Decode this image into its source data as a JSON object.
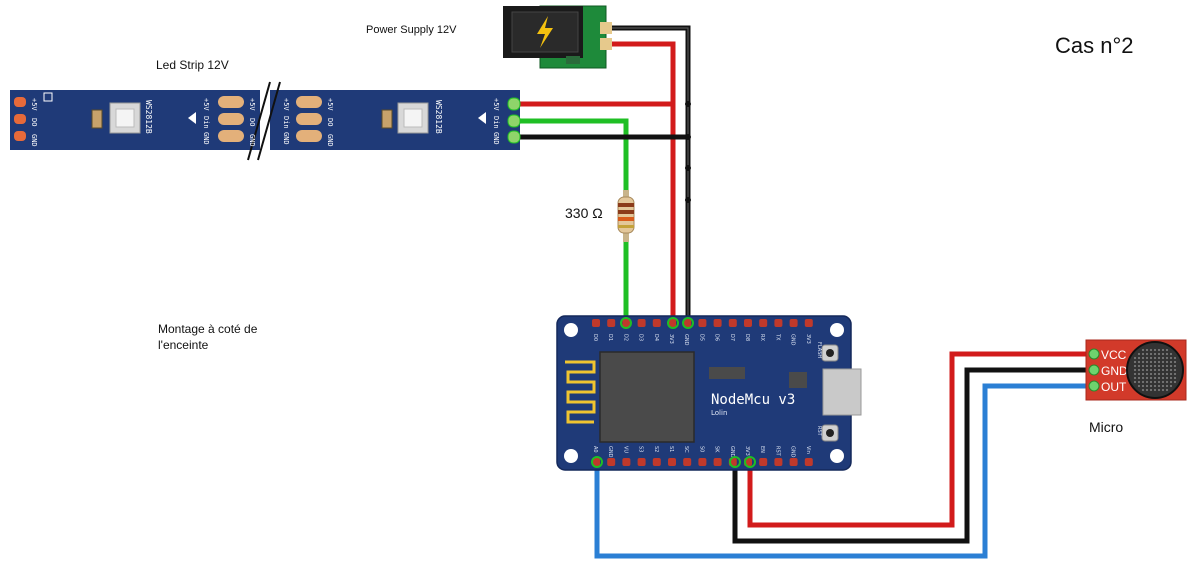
{
  "case_title": "Cas n°2",
  "labels": {
    "power_supply": "Power Supply 12V",
    "led_strip": "Led Strip 12V",
    "resistor": "330 Ω",
    "mounting_note_line1": "Montage à coté de",
    "mounting_note_line2": "l'enceinte",
    "micro": "Micro"
  },
  "led_strip": {
    "chip_label": "WS2812B",
    "pins_left": [
      "+5V",
      "DO",
      "GND"
    ],
    "pins_right": [
      "+5V",
      "Din",
      "GND"
    ]
  },
  "nodemcu": {
    "title": "NodeMcu v3",
    "subtitle": "Lolin",
    "flash_label": "FLASH",
    "rst_label": "RST",
    "top_pins": [
      "D0",
      "D1",
      "D2",
      "D3",
      "D4",
      "3V3",
      "GND",
      "D5",
      "D6",
      "D7",
      "D8",
      "RX",
      "TX",
      "GND",
      "3V3"
    ],
    "bottom_pins": [
      "A0",
      "GND",
      "VU",
      "S3",
      "S2",
      "S1",
      "SC",
      "S0",
      "SK",
      "GND",
      "3V3",
      "EN",
      "RST",
      "GND",
      "Vin"
    ]
  },
  "microphone": {
    "pins": [
      "VCC",
      "GND",
      "OUT"
    ]
  },
  "colors": {
    "wire_red": "#d21b1b",
    "wire_black": "#111111",
    "wire_green": "#1fbf24",
    "wire_blue": "#2b7fd4",
    "pcb_blue": "#1f3a78",
    "mic_red": "#d23a2a"
  }
}
